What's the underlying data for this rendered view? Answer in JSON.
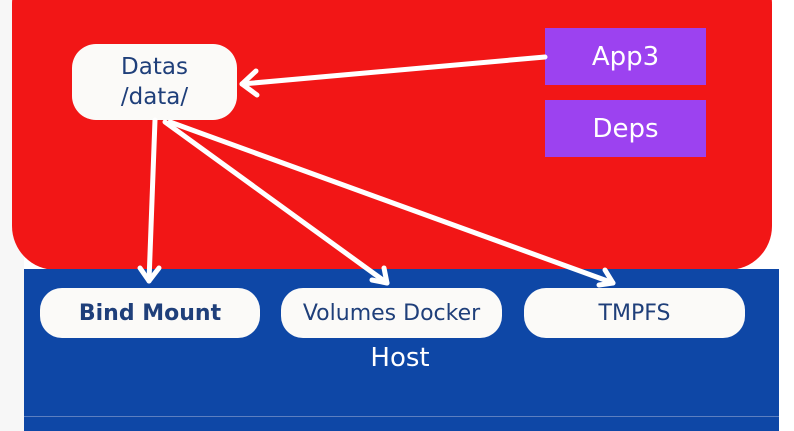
{
  "diagram": {
    "container": {
      "datas_line1": "Datas",
      "datas_line2": "/data/",
      "app": "App3",
      "deps": "Deps"
    },
    "host": {
      "label": "Host",
      "bind_mount": "Bind Mount",
      "volumes_docker": "Volumes Docker",
      "tmpfs": "TMPFS"
    },
    "colors": {
      "container_background": "#f21616",
      "host_background": "#0e47a6",
      "pill_background": "#fbfaf8",
      "pill_text": "#1f3f7a",
      "box_background": "#9c42f0",
      "arrow": "#ffffff"
    }
  }
}
